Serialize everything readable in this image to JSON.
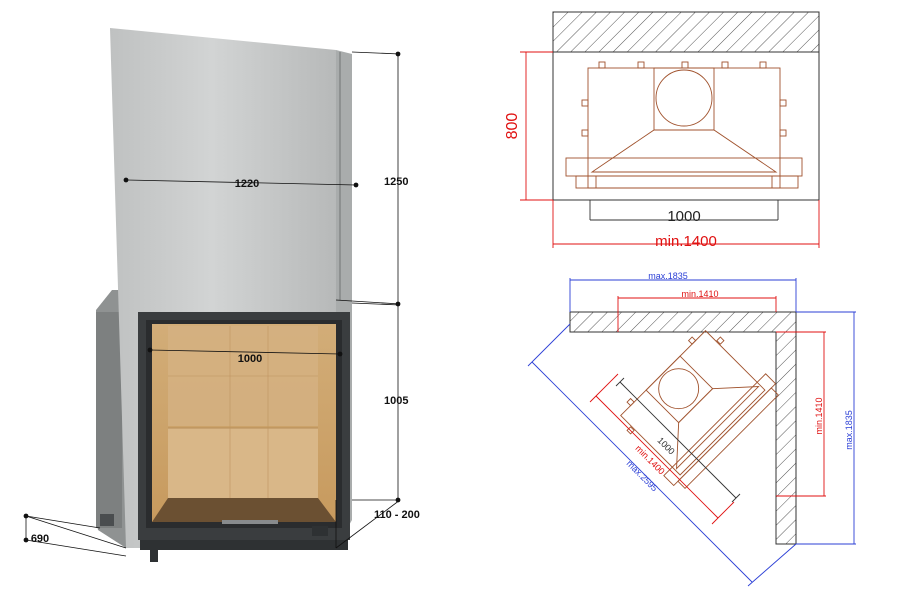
{
  "colors": {
    "cladding": "#c4c6c6",
    "cladding_side": "#9fa2a2",
    "frame": "#3a3d3f",
    "firebrick": "#c9a36e",
    "firebrick_dark": "#d8b684",
    "sketch": "#a0522d",
    "dim_red": "#e01010",
    "dim_blue": "#2b3fd6",
    "dim_black": "#111111",
    "hatch": "#555555"
  },
  "model": {
    "width_label": "1220",
    "door_width_label": "1000",
    "upper_height_label": "1250",
    "lower_height_label": "1005",
    "base_height_label": "110 - 200",
    "depth_label": "690"
  },
  "wall_plan": {
    "depth_label": "800",
    "insert_width_label": "1000",
    "min_width_label": "min.1400"
  },
  "corner_plan": {
    "top_max_label": "max.1835",
    "top_min_label": "min.1410",
    "right_min_label": "min.1410",
    "right_max_label": "max.1835",
    "insert_label": "1000",
    "diag_min_label": "min.1400",
    "diag_max_label": "max.2595"
  }
}
